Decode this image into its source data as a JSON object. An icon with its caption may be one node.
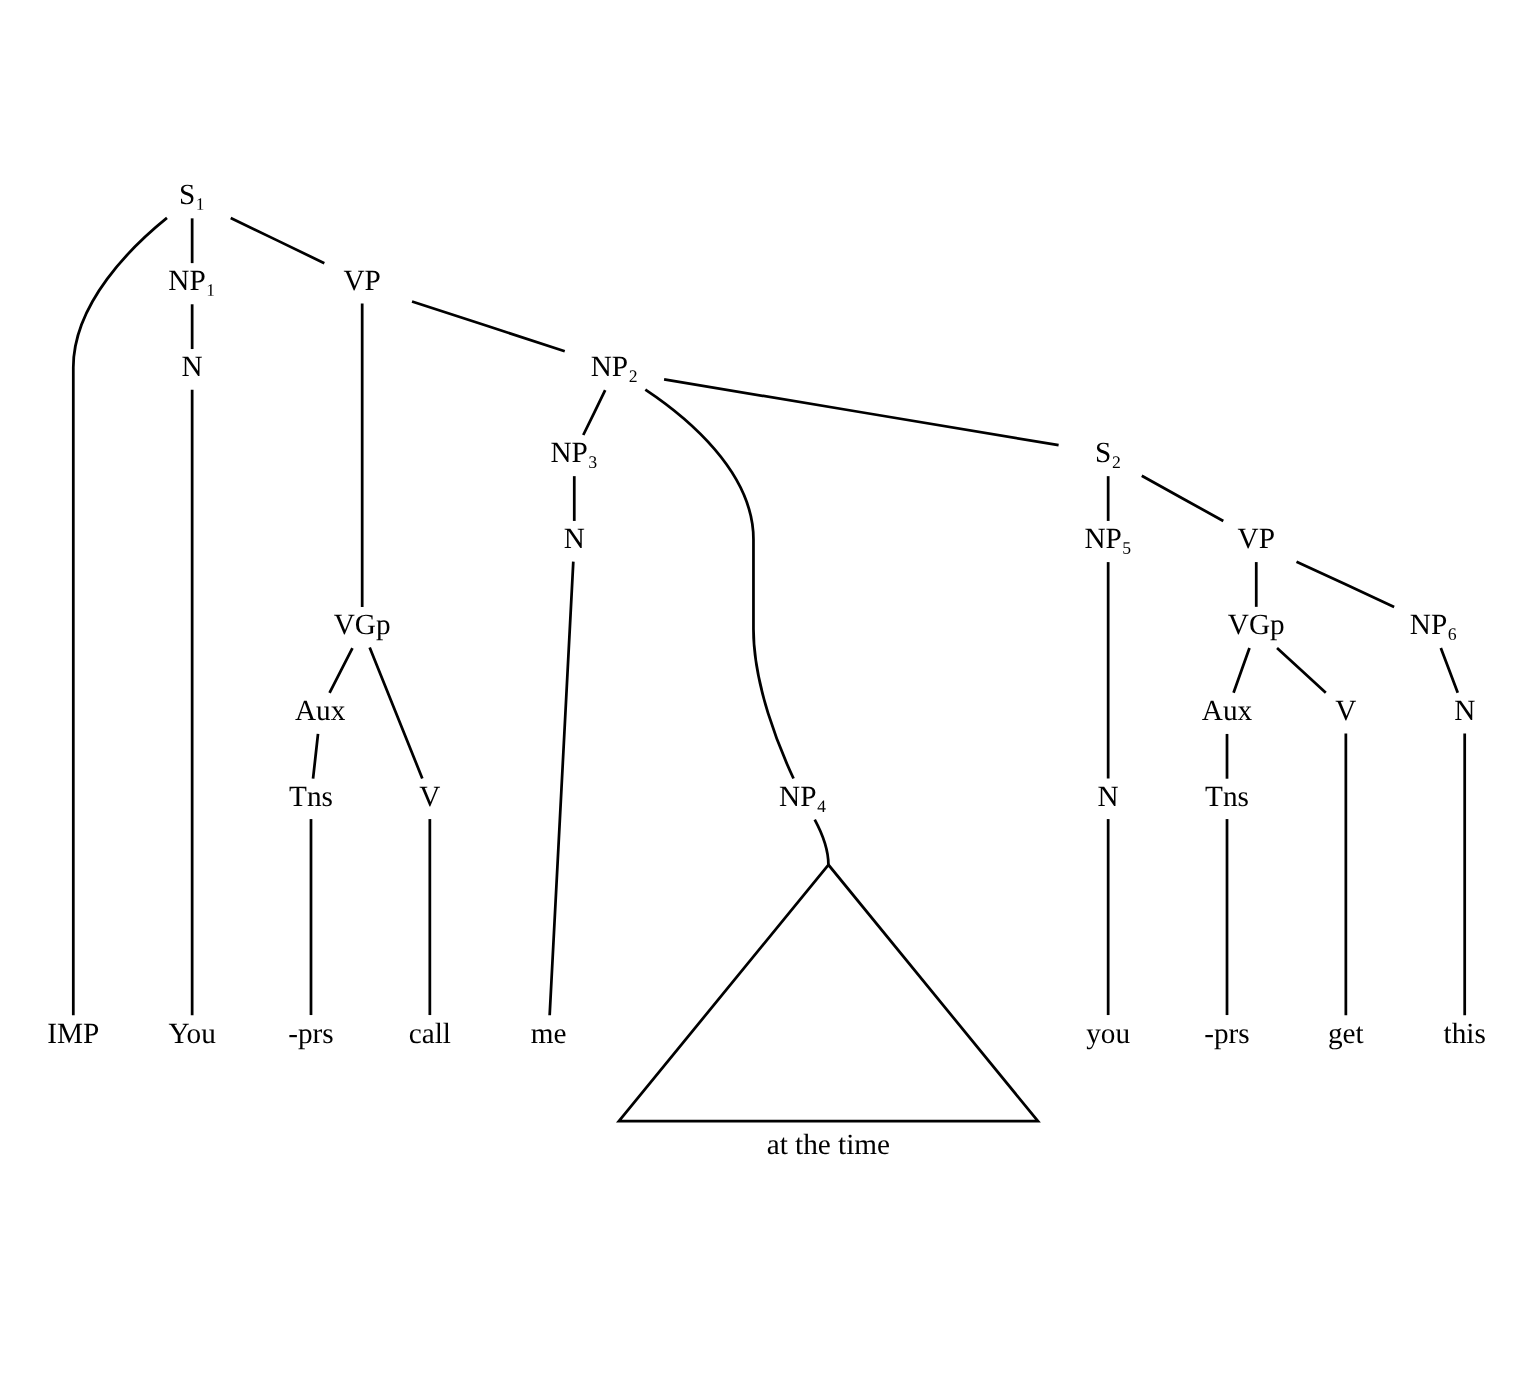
{
  "diagram": {
    "nodes": [
      {
        "text": [
          "S₁"
        ]
      },
      {
        "text": [
          "NP₁"
        ]
      },
      {
        "text": [
          "VP"
        ]
      },
      {
        "text": [
          "N"
        ]
      },
      {
        "text": [
          "VGp"
        ]
      },
      {
        "text": [
          "NP₂"
        ]
      },
      {
        "text": [
          "Aux"
        ]
      },
      {
        "text": [
          "V"
        ]
      },
      {
        "text": [
          "NP₃"
        ]
      },
      {
        "text": [
          "NP₄"
        ]
      },
      {
        "text": [
          "S₂"
        ]
      },
      {
        "text": [
          "Tns"
        ]
      },
      {
        "text": [
          "N"
        ]
      },
      {
        "text": [
          "NP₅"
        ]
      },
      {
        "text": [
          "VP"
        ]
      },
      {
        "text": [
          "N"
        ]
      },
      {
        "text": [
          "VGp"
        ]
      },
      {
        "text": [
          "NP₆"
        ]
      },
      {
        "text": [
          "Aux"
        ]
      },
      {
        "text": [
          "V"
        ]
      },
      {
        "text": [
          "N"
        ]
      },
      {
        "text": [
          "Tns"
        ]
      },
      {
        "text": [
          "IMP"
        ]
      },
      {
        "text": [
          "You"
        ]
      },
      {
        "text": [
          "-prs"
        ]
      },
      {
        "text": [
          "call"
        ]
      },
      {
        "text": [
          "me"
        ]
      },
      {
        "text": [
          "at the time"
        ]
      },
      {
        "text": [
          "you"
        ]
      },
      {
        "text": [
          "-prs"
        ]
      },
      {
        "text": [
          "get"
        ]
      },
      {
        "text": [
          "this"
        ]
      }
    ],
    "edges": [
      {
        "from": 0,
        "to": 22,
        "arrow": "none"
      },
      {
        "from": 0,
        "to": 1,
        "arrow": "none"
      },
      {
        "from": 0,
        "to": 2,
        "arrow": "none"
      },
      {
        "from": 1,
        "to": 3,
        "arrow": "none"
      },
      {
        "from": 3,
        "to": 23,
        "arrow": "none"
      },
      {
        "from": 2,
        "to": 4,
        "arrow": "none"
      },
      {
        "from": 2,
        "to": 5,
        "arrow": "none"
      },
      {
        "from": 4,
        "to": 6,
        "arrow": "none"
      },
      {
        "from": 4,
        "to": 7,
        "arrow": "none"
      },
      {
        "from": 6,
        "to": 11,
        "arrow": "none"
      },
      {
        "from": 11,
        "to": 24,
        "arrow": "none"
      },
      {
        "from": 7,
        "to": 25,
        "arrow": "none"
      },
      {
        "from": 5,
        "to": 8,
        "arrow": "none"
      },
      {
        "from": 5,
        "to": 9,
        "arrow": "none"
      },
      {
        "from": 5,
        "to": 10,
        "arrow": "none"
      },
      {
        "from": 8,
        "to": 12,
        "arrow": "none"
      },
      {
        "from": 12,
        "to": 26,
        "arrow": "none"
      },
      {
        "from": 9,
        "to": 27,
        "arrow": "none"
      },
      {
        "from": 10,
        "to": 13,
        "arrow": "none"
      },
      {
        "from": 10,
        "to": 14,
        "arrow": "none"
      },
      {
        "from": 13,
        "to": 15,
        "arrow": "none"
      },
      {
        "from": 15,
        "to": 28,
        "arrow": "none"
      },
      {
        "from": 14,
        "to": 16,
        "arrow": "none"
      },
      {
        "from": 14,
        "to": 17,
        "arrow": "none"
      },
      {
        "from": 16,
        "to": 18,
        "arrow": "none"
      },
      {
        "from": 16,
        "to": 19,
        "arrow": "none"
      },
      {
        "from": 18,
        "to": 21,
        "arrow": "none"
      },
      {
        "from": 21,
        "to": 29,
        "arrow": "none"
      },
      {
        "from": 19,
        "to": 30,
        "arrow": "none"
      },
      {
        "from": 17,
        "to": 20,
        "arrow": "none"
      },
      {
        "from": 20,
        "to": 31,
        "arrow": "none"
      }
    ]
  }
}
